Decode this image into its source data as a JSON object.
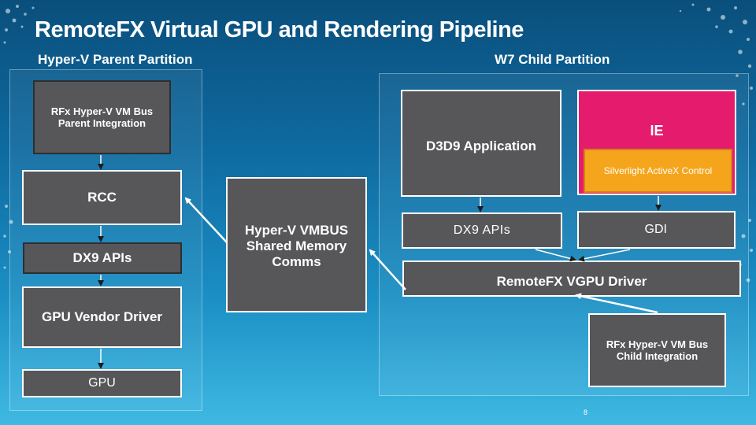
{
  "slide": {
    "title": "RemoteFX Virtual GPU and Rendering Pipeline",
    "page_number": "8"
  },
  "parent_partition": {
    "heading": "Hyper-V Parent Partition",
    "boxes": {
      "vmbus_integration": "RFx Hyper-V VM Bus\nParent Integration",
      "rcc": "RCC",
      "dx9": "DX9 APIs",
      "vendor_driver": "GPU Vendor Driver",
      "gpu": "GPU"
    }
  },
  "vmbus": {
    "label": "Hyper-V VMBUS\nShared Memory\nComms"
  },
  "child_partition": {
    "heading": "W7 Child Partition",
    "boxes": {
      "d3d9_app": "D3D9 Application",
      "ie": "IE",
      "silverlight": "Silverlight ActiveX Control",
      "dx9": "DX9 APIs",
      "gdi": "GDI",
      "vgpu_driver": "RemoteFX VGPU Driver",
      "vmbus_integration": "RFx Hyper-V VM Bus\nChild Integration"
    }
  },
  "colors": {
    "box_fill": "#57575a",
    "ie_fill": "#e51b6e",
    "silverlight_fill": "#f5a51c"
  }
}
